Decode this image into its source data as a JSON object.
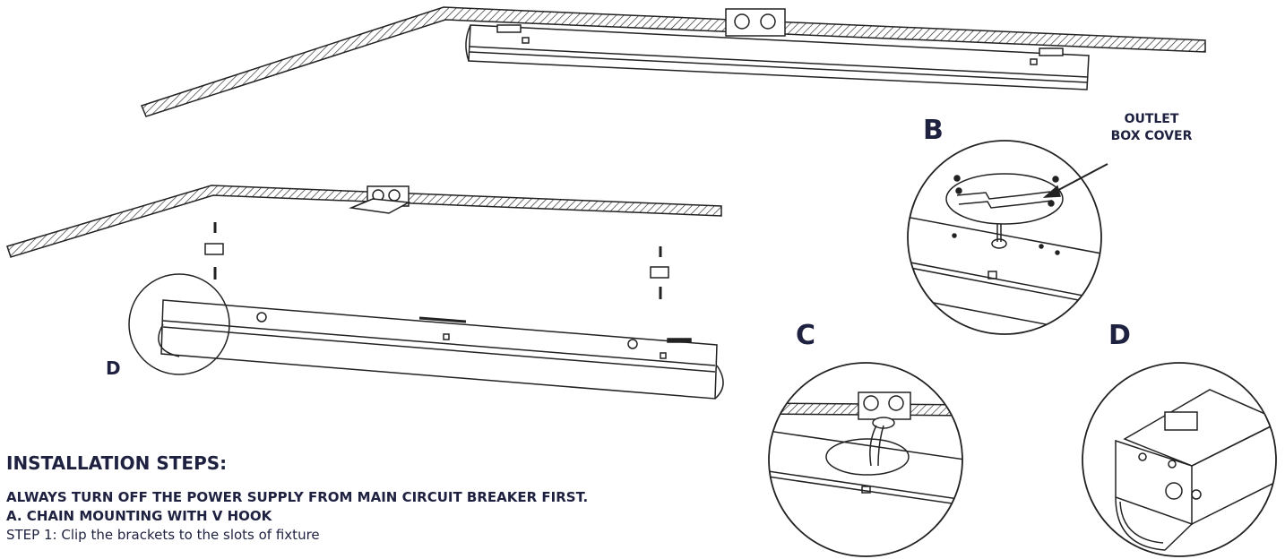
{
  "labels": {
    "callout_b": "B",
    "callout_c": "C",
    "callout_d": "D",
    "callout_d_main": "D",
    "outlet_line1": "OUTLET",
    "outlet_line2": "BOX COVER"
  },
  "instructions": {
    "heading": "INSTALLATION STEPS:",
    "warning": "ALWAYS TURN OFF THE POWER SUPPLY FROM MAIN CIRCUIT BREAKER FIRST.",
    "section_a": "A. CHAIN MOUNTING WITH V HOOK",
    "step1": "STEP 1: Clip the brackets to the slots of fixture"
  },
  "colors": {
    "ink": "#1e2140",
    "line": "#222222"
  }
}
